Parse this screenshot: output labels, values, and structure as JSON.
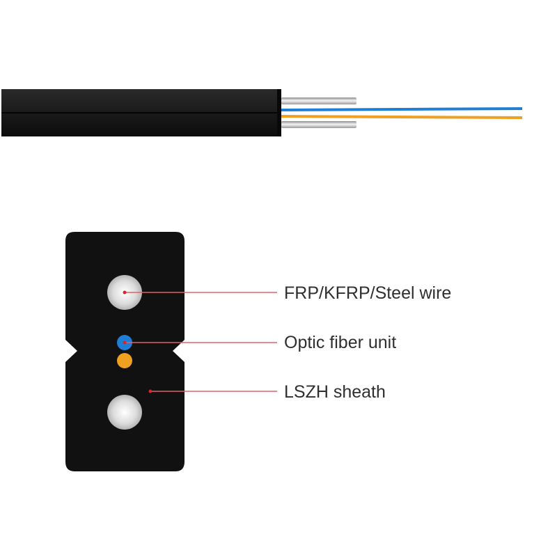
{
  "labels": {
    "strength_member": "FRP/KFRP/Steel wire",
    "fiber_unit": "Optic fiber unit",
    "sheath": "LSZH sheath"
  },
  "colors": {
    "sheath": "#121212",
    "strength_member": "#d8d8d8",
    "fiber_blue": "#1f7fd6",
    "fiber_orange": "#f0a020",
    "leader_line": "#e0606a",
    "leader_dot": "#d9242c"
  },
  "icons": {
    "cable_side_view": "drop-cable-side-view",
    "cable_cross_section": "drop-cable-cross-section"
  }
}
